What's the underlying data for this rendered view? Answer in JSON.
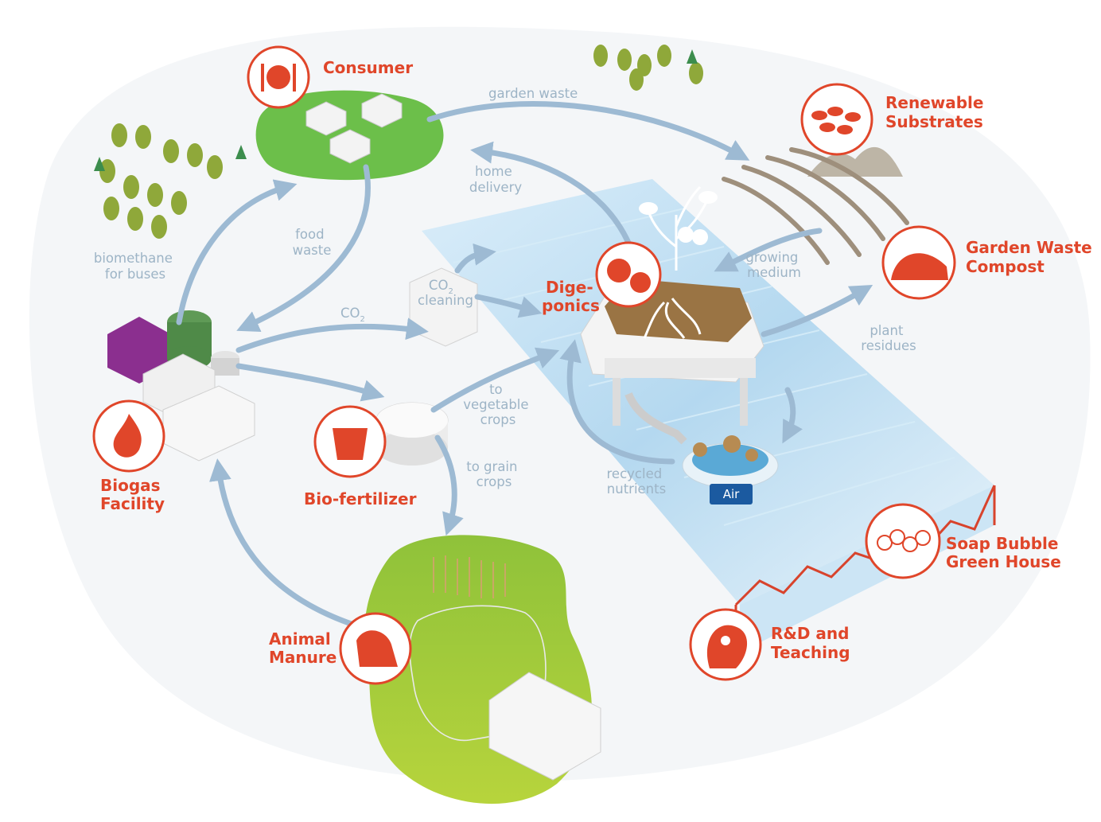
{
  "nodes": {
    "consumer": [
      "Consumer"
    ],
    "renewable_substrates": [
      "Renewable",
      "Substrates"
    ],
    "garden_waste_compost": [
      "Garden Waste",
      "Compost"
    ],
    "digeponics": [
      "Dige-",
      "ponics"
    ],
    "biogas_facility": [
      "Biogas",
      "Facility"
    ],
    "bio_fertilizer": [
      "Bio-fertilizer"
    ],
    "animal_manure": [
      "Animal",
      "Manure"
    ],
    "soap_bubble": [
      "Soap Bubble",
      "Green House"
    ],
    "rnd": [
      "R&D and",
      "Teaching"
    ]
  },
  "flows": {
    "garden_waste": [
      "garden waste"
    ],
    "home_delivery": [
      "home",
      "delivery"
    ],
    "food_waste": [
      "food",
      "waste"
    ],
    "biomethane": [
      "biomethane",
      "for buses"
    ],
    "co2": [
      "CO"
    ],
    "co2_sub": "2",
    "co2_cleaning_line1": "CO",
    "co2_cleaning_sub": "2",
    "co2_cleaning_line2": "cleaning",
    "growing_medium": [
      "growing",
      "medium"
    ],
    "plant_residues": [
      "plant",
      "residues"
    ],
    "to_vegetable_crops": [
      "to",
      "vegetable",
      "crops"
    ],
    "to_grain_crops": [
      "to grain",
      "crops"
    ],
    "recycled_nutrients": [
      "recycled",
      "nutrients"
    ]
  },
  "air_label": "Air",
  "colors": {
    "accent_red": "#e0462a",
    "arrow_blue": "#9dbad3",
    "flow_text": "#9db4c6",
    "consumer_green": "#6cbf4a",
    "field_green": "#9fc43a",
    "tree_green": "#8fa83a",
    "greenhouse_blue": "#a9d3ee"
  },
  "icons": {
    "consumer": "plate-fork-knife-icon",
    "renewable_substrates": "wood-chips-icon",
    "garden_waste_compost": "compost-heap-icon",
    "digeponics": "tomato-icon",
    "biogas_facility": "flame-icon",
    "bio_fertilizer": "fertilizer-bucket-icon",
    "animal_manure": "horse-cow-icon",
    "soap_bubble": "bubbles-icon",
    "rnd": "lightbulb-head-icon"
  }
}
